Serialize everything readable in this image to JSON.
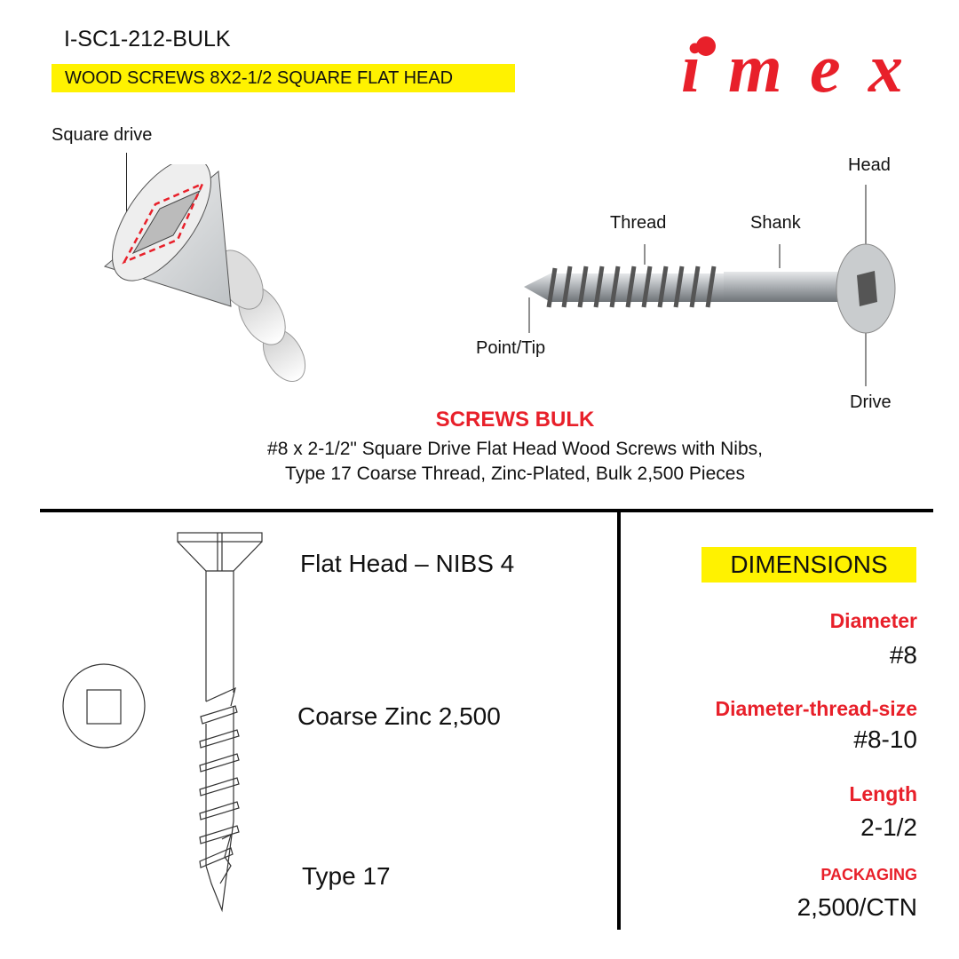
{
  "header": {
    "sku": "I-SC1-212-BULK",
    "subtitle": "WOOD SCREWS 8X2-1/2 SQUARE FLAT HEAD",
    "logo_text": "imex",
    "brand_color": "#e8202a",
    "highlight_color": "#fff200"
  },
  "diagram": {
    "square_drive": "Square drive",
    "thread": "Thread",
    "shank": "Shank",
    "head": "Head",
    "point_tip": "Point/Tip",
    "drive": "Drive"
  },
  "product": {
    "heading": "SCREWS BULK",
    "description_line1": "#8 x 2-1/2\" Square Drive Flat Head Wood Screws with Nibs,",
    "description_line2": "Type 17 Coarse Thread, Zinc-Plated, Bulk 2,500 Pieces"
  },
  "features": {
    "head": "Flat Head – NIBS 4",
    "finish": "Coarse Zinc 2,500",
    "type": "Type 17"
  },
  "dimensions": {
    "title": "DIMENSIONS",
    "items": [
      {
        "label": "Diameter",
        "value": "#8"
      },
      {
        "label": "Diameter-thread-size",
        "value": "#8-10"
      },
      {
        "label": "Length",
        "value": "2-1/2"
      },
      {
        "label": "PACKAGING",
        "value": "2,500/CTN"
      }
    ]
  }
}
